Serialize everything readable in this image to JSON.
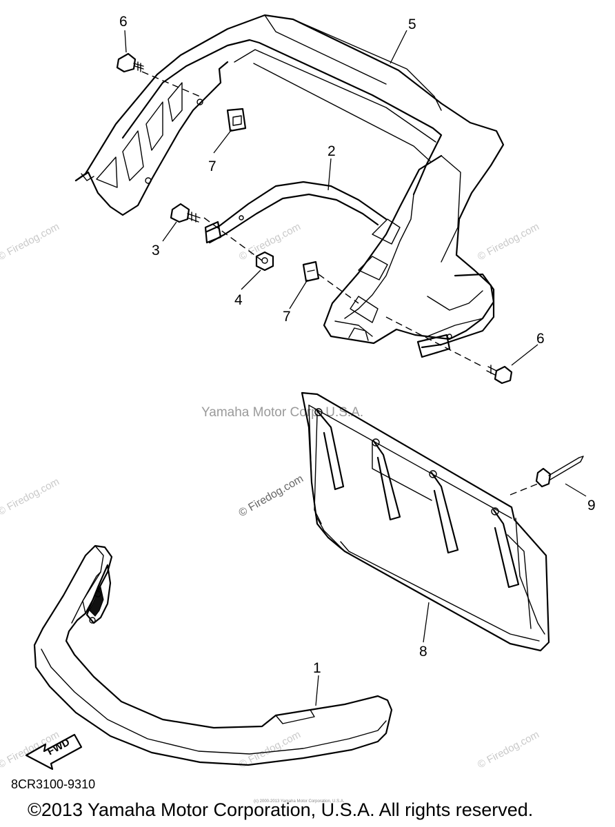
{
  "diagram": {
    "callouts": [
      {
        "id": "c1",
        "label": "1"
      },
      {
        "id": "c2",
        "label": "2"
      },
      {
        "id": "c3",
        "label": "3"
      },
      {
        "id": "c4",
        "label": "4"
      },
      {
        "id": "c5",
        "label": "5"
      },
      {
        "id": "c6a",
        "label": "6"
      },
      {
        "id": "c6b",
        "label": "6"
      },
      {
        "id": "c7a",
        "label": "7"
      },
      {
        "id": "c7b",
        "label": "7"
      },
      {
        "id": "c8",
        "label": "8"
      },
      {
        "id": "c9",
        "label": "9"
      }
    ],
    "fwd_label": "FWD",
    "part_code": "8CR3100-9310",
    "center_watermark": "Yamaha Motor Corp. U.S.A.",
    "site_watermark": "© Firedog.com",
    "tiny_notice": "(c) 2000-2013 Yamaha Motor Corporation, U.S.A.",
    "copyright": "©2013 Yamaha Motor Corporation, U.S.A. All rights reserved."
  }
}
